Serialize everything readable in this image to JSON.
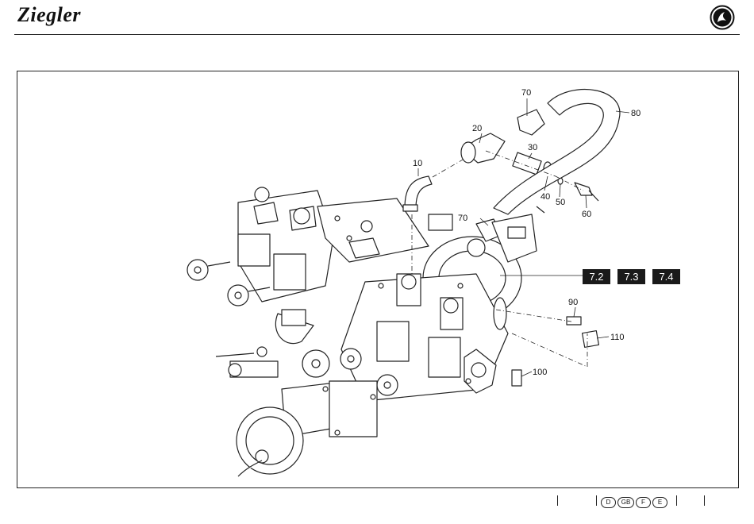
{
  "header": {
    "brand": "Ziegler"
  },
  "callouts": {
    "c10": "10",
    "c20": "20",
    "c30": "30",
    "c40": "40",
    "c50": "50",
    "c60": "60",
    "c70a": "70",
    "c70b": "70",
    "c80": "80",
    "c90": "90",
    "c100": "100",
    "c110": "110"
  },
  "reference_boxes": [
    "7.2",
    "7.3",
    "7.4"
  ],
  "footer": {
    "languages": [
      "D",
      "GB",
      "F",
      "E"
    ]
  }
}
